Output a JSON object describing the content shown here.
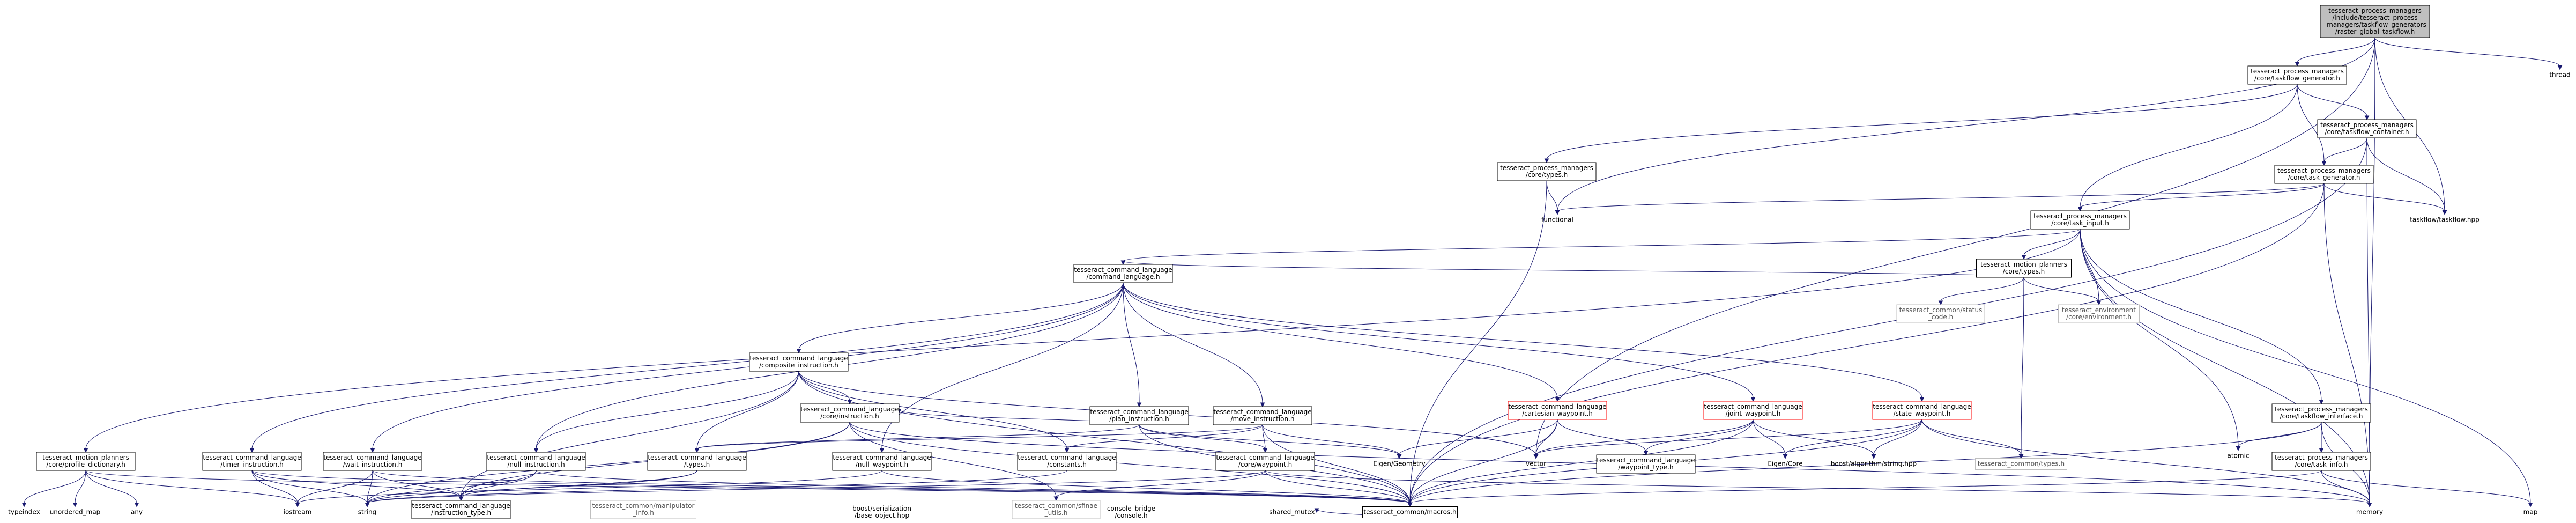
{
  "diagram": {
    "title": "",
    "nodes": [
      {
        "id": "root",
        "lines": [
          "tesseract_process_managers",
          "/include/tesseract_process",
          "_managers/taskflow_generators",
          "/raster_global_taskflow.h"
        ],
        "style": "root"
      },
      {
        "id": "tfgen",
        "lines": [
          "tesseract_process_managers",
          "/core/taskflow_generator.h"
        ],
        "style": "box"
      },
      {
        "id": "thread",
        "lines": [
          "thread"
        ],
        "style": "plain"
      },
      {
        "id": "tfcont",
        "lines": [
          "tesseract_process_managers",
          "/core/taskflow_container.h"
        ],
        "style": "box"
      },
      {
        "id": "types_pm",
        "lines": [
          "tesseract_process_managers",
          "/core/types.h"
        ],
        "style": "box"
      },
      {
        "id": "taskgen",
        "lines": [
          "tesseract_process_managers",
          "/core/task_generator.h"
        ],
        "style": "box"
      },
      {
        "id": "functional",
        "lines": [
          "functional"
        ],
        "style": "plain"
      },
      {
        "id": "taskflow",
        "lines": [
          "taskflow/taskflow.hpp"
        ],
        "style": "plain"
      },
      {
        "id": "taskinput",
        "lines": [
          "tesseract_process_managers",
          "/core/task_input.h"
        ],
        "style": "box"
      },
      {
        "id": "mp_types",
        "lines": [
          "tesseract_motion_planners",
          "/core/types.h"
        ],
        "style": "box"
      },
      {
        "id": "statuscode",
        "lines": [
          "tesseract_common/status",
          "_code.h"
        ],
        "style": "light"
      },
      {
        "id": "env",
        "lines": [
          "tesseract_environment",
          "/core/environment.h"
        ],
        "style": "light"
      },
      {
        "id": "cmdlang",
        "lines": [
          "tesseract_command_language",
          "/command_language.h"
        ],
        "style": "box"
      },
      {
        "id": "composite",
        "lines": [
          "tesseract_command_language",
          "/composite_instruction.h"
        ],
        "style": "box"
      },
      {
        "id": "cartesian",
        "lines": [
          "tesseract_command_language",
          "/cartesian_waypoint.h"
        ],
        "style": "red"
      },
      {
        "id": "joint",
        "lines": [
          "tesseract_command_language",
          "/joint_waypoint.h"
        ],
        "style": "red"
      },
      {
        "id": "state",
        "lines": [
          "tesseract_command_language",
          "/state_waypoint.h"
        ],
        "style": "red"
      },
      {
        "id": "tfiface",
        "lines": [
          "tesseract_process_managers",
          "/core/taskflow_interface.h"
        ],
        "style": "box"
      },
      {
        "id": "plan",
        "lines": [
          "tesseract_command_language",
          "/plan_instruction.h"
        ],
        "style": "box"
      },
      {
        "id": "move",
        "lines": [
          "tesseract_command_language",
          "/move_instruction.h"
        ],
        "style": "box"
      },
      {
        "id": "coreinst",
        "lines": [
          "tesseract_command_language",
          "/core/instruction.h"
        ],
        "style": "box"
      },
      {
        "id": "atomic",
        "lines": [
          "atomic"
        ],
        "style": "plain"
      },
      {
        "id": "taskinfo",
        "lines": [
          "tesseract_process_managers",
          "/core/task_info.h"
        ],
        "style": "box"
      },
      {
        "id": "profile",
        "lines": [
          "tesseract_motion_planners",
          "/core/profile_dictionary.h"
        ],
        "style": "box"
      },
      {
        "id": "timer",
        "lines": [
          "tesseract_command_language",
          "/timer_instruction.h"
        ],
        "style": "box"
      },
      {
        "id": "wait",
        "lines": [
          "tesseract_command_language",
          "/wait_instruction.h"
        ],
        "style": "box"
      },
      {
        "id": "null_inst",
        "lines": [
          "tesseract_command_language",
          "/null_instruction.h"
        ],
        "style": "box"
      },
      {
        "id": "cl_types",
        "lines": [
          "tesseract_command_language",
          "/types.h"
        ],
        "style": "box"
      },
      {
        "id": "null_wp",
        "lines": [
          "tesseract_command_language",
          "/null_waypoint.h"
        ],
        "style": "box"
      },
      {
        "id": "constants",
        "lines": [
          "tesseract_command_language",
          "/constants.h"
        ],
        "style": "box"
      },
      {
        "id": "corewp",
        "lines": [
          "tesseract_command_language",
          "/core/waypoint.h"
        ],
        "style": "box"
      },
      {
        "id": "eigengeo",
        "lines": [
          "Eigen/Geometry"
        ],
        "style": "plain"
      },
      {
        "id": "vector",
        "lines": [
          "vector"
        ],
        "style": "plain"
      },
      {
        "id": "wptype",
        "lines": [
          "tesseract_command_language",
          "/waypoint_type.h"
        ],
        "style": "box"
      },
      {
        "id": "eigencore",
        "lines": [
          "Eigen/Core"
        ],
        "style": "plain"
      },
      {
        "id": "boostalg",
        "lines": [
          "boost/algorithm/string.hpp"
        ],
        "style": "plain"
      },
      {
        "id": "ctypes",
        "lines": [
          "tesseract_common/types.h"
        ],
        "style": "light"
      },
      {
        "id": "map",
        "lines": [
          "map"
        ],
        "style": "plain"
      },
      {
        "id": "typeindex",
        "lines": [
          "typeindex"
        ],
        "style": "plain"
      },
      {
        "id": "unordered",
        "lines": [
          "unordered_map"
        ],
        "style": "plain"
      },
      {
        "id": "any",
        "lines": [
          "any"
        ],
        "style": "plain"
      },
      {
        "id": "iostream",
        "lines": [
          "iostream"
        ],
        "style": "plain"
      },
      {
        "id": "string",
        "lines": [
          "string"
        ],
        "style": "plain"
      },
      {
        "id": "insttype",
        "lines": [
          "tesseract_command_language",
          "/instruction_type.h"
        ],
        "style": "box"
      },
      {
        "id": "manipinfo",
        "lines": [
          "tesseract_common/manipulator",
          "_info.h"
        ],
        "style": "light"
      },
      {
        "id": "sfinae",
        "lines": [
          "tesseract_common/sfinae",
          "_utils.h"
        ],
        "style": "light"
      },
      {
        "id": "boostser",
        "lines": [
          "boost/serialization",
          "/base_object.hpp"
        ],
        "style": "plain"
      },
      {
        "id": "macros",
        "lines": [
          "tesseract_common/macros.h"
        ],
        "style": "box"
      },
      {
        "id": "sharedmutex",
        "lines": [
          "shared_mutex"
        ],
        "style": "plain"
      },
      {
        "id": "memory",
        "lines": [
          "memory"
        ],
        "style": "plain"
      },
      {
        "id": "console",
        "lines": [
          "console_bridge",
          "/console.h"
        ],
        "style": "plain"
      }
    ],
    "edges": [
      [
        "root",
        "tfgen"
      ],
      [
        "root",
        "thread"
      ],
      [
        "root",
        "taskflow"
      ],
      [
        "root",
        "functional"
      ],
      [
        "root",
        "vector"
      ],
      [
        "root",
        "memory"
      ],
      [
        "tfgen",
        "tfcont"
      ],
      [
        "tfgen",
        "types_pm"
      ],
      [
        "tfgen",
        "taskgen"
      ],
      [
        "tfgen",
        "taskinput"
      ],
      [
        "tfcont",
        "taskgen"
      ],
      [
        "tfcont",
        "taskflow"
      ],
      [
        "tfcont",
        "memory"
      ],
      [
        "tfcont",
        "macros"
      ],
      [
        "types_pm",
        "functional"
      ],
      [
        "types_pm",
        "macros"
      ],
      [
        "taskgen",
        "taskinput"
      ],
      [
        "taskgen",
        "taskflow"
      ],
      [
        "taskgen",
        "functional"
      ],
      [
        "taskgen",
        "memory"
      ],
      [
        "taskgen",
        "macros"
      ],
      [
        "taskinput",
        "mp_types"
      ],
      [
        "taskinput",
        "env"
      ],
      [
        "taskinput",
        "cmdlang"
      ],
      [
        "taskinput",
        "tfiface"
      ],
      [
        "taskinput",
        "profile"
      ],
      [
        "taskinput",
        "atomic"
      ],
      [
        "taskinput",
        "map"
      ],
      [
        "taskinput",
        "memory"
      ],
      [
        "mp_types",
        "statuscode"
      ],
      [
        "mp_types",
        "env"
      ],
      [
        "mp_types",
        "cmdlang"
      ],
      [
        "mp_types",
        "ctypes"
      ],
      [
        "cmdlang",
        "composite"
      ],
      [
        "cmdlang",
        "cartesian"
      ],
      [
        "cmdlang",
        "joint"
      ],
      [
        "cmdlang",
        "state"
      ],
      [
        "cmdlang",
        "plan"
      ],
      [
        "cmdlang",
        "move"
      ],
      [
        "cmdlang",
        "timer"
      ],
      [
        "cmdlang",
        "wait"
      ],
      [
        "cmdlang",
        "null_inst"
      ],
      [
        "cmdlang",
        "null_wp"
      ],
      [
        "composite",
        "coreinst"
      ],
      [
        "composite",
        "null_inst"
      ],
      [
        "composite",
        "cl_types"
      ],
      [
        "composite",
        "constants"
      ],
      [
        "composite",
        "insttype"
      ],
      [
        "composite",
        "vector"
      ],
      [
        "composite",
        "macros"
      ],
      [
        "cartesian",
        "eigengeo"
      ],
      [
        "cartesian",
        "vector"
      ],
      [
        "cartesian",
        "wptype"
      ],
      [
        "cartesian",
        "macros"
      ],
      [
        "joint",
        "eigencore"
      ],
      [
        "joint",
        "boostalg"
      ],
      [
        "joint",
        "wptype"
      ],
      [
        "joint",
        "vector"
      ],
      [
        "joint",
        "macros"
      ],
      [
        "state",
        "eigencore"
      ],
      [
        "state",
        "boostalg"
      ],
      [
        "state",
        "vector"
      ],
      [
        "state",
        "ctypes"
      ],
      [
        "state",
        "macros"
      ],
      [
        "state",
        "memory"
      ],
      [
        "tfiface",
        "atomic"
      ],
      [
        "tfiface",
        "taskinfo"
      ],
      [
        "tfiface",
        "memory"
      ],
      [
        "tfiface",
        "macros"
      ],
      [
        "taskinfo",
        "map"
      ],
      [
        "taskinfo",
        "memory"
      ],
      [
        "taskinfo",
        "macros"
      ],
      [
        "plan",
        "coreinst"
      ],
      [
        "plan",
        "corewp"
      ],
      [
        "plan",
        "cl_types"
      ],
      [
        "plan",
        "eigengeo"
      ],
      [
        "plan",
        "macros"
      ],
      [
        "move",
        "corewp"
      ],
      [
        "move",
        "constants"
      ],
      [
        "move",
        "cl_types"
      ],
      [
        "move",
        "eigengeo"
      ],
      [
        "move",
        "macros"
      ],
      [
        "coreinst",
        "insttype"
      ],
      [
        "coreinst",
        "sfinae"
      ],
      [
        "coreinst",
        "string"
      ],
      [
        "coreinst",
        "macros"
      ],
      [
        "coreinst",
        "memory"
      ],
      [
        "corewp",
        "sfinae"
      ],
      [
        "corewp",
        "string"
      ],
      [
        "corewp",
        "macros"
      ],
      [
        "corewp",
        "memory"
      ],
      [
        "profile",
        "typeindex"
      ],
      [
        "profile",
        "unordered"
      ],
      [
        "profile",
        "any"
      ],
      [
        "profile",
        "iostream"
      ],
      [
        "profile",
        "macros"
      ],
      [
        "timer",
        "insttype"
      ],
      [
        "timer",
        "iostream"
      ],
      [
        "timer",
        "string"
      ],
      [
        "timer",
        "macros"
      ],
      [
        "wait",
        "insttype"
      ],
      [
        "wait",
        "iostream"
      ],
      [
        "wait",
        "string"
      ],
      [
        "wait",
        "macros"
      ],
      [
        "null_inst",
        "insttype"
      ],
      [
        "null_inst",
        "string"
      ],
      [
        "null_inst",
        "macros"
      ],
      [
        "null_wp",
        "iostream"
      ],
      [
        "null_wp",
        "macros"
      ],
      [
        "cl_types",
        "string"
      ],
      [
        "cl_types",
        "insttype"
      ],
      [
        "constants",
        "string"
      ],
      [
        "macros",
        "sharedmutex"
      ]
    ]
  }
}
